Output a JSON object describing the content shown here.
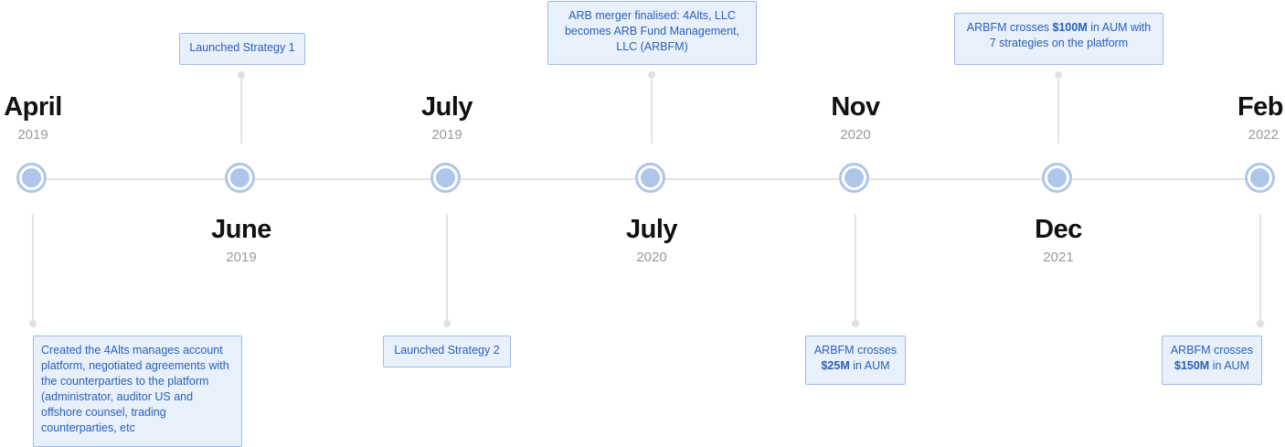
{
  "milestones": [
    {
      "month": "April",
      "year": "2019",
      "text": "Created the 4Alts manages account platform, negotiated agreements with the counterparties to the platform (administrator, auditor US and offshore counsel, trading counterparties, etc"
    },
    {
      "month": "June",
      "year": "2019",
      "text": "Launched Strategy 1"
    },
    {
      "month": "July",
      "year": "2019",
      "text": "Launched Strategy 2"
    },
    {
      "month": "July",
      "year": "2020",
      "text": "ARB merger finalised: 4Alts, LLC becomes ARB Fund Management, LLC (ARBFM)"
    },
    {
      "month": "Nov",
      "year": "2020",
      "text_pre": "ARBFM crosses",
      "text_bold": "$25M",
      "text_post": " in AUM"
    },
    {
      "month": "Dec",
      "year": "2021",
      "text_pre": "ARBFM crosses ",
      "text_bold": "$100M",
      "text_post": " in AUM with 7 strategies on the platform"
    },
    {
      "month": "Feb",
      "year": "2022",
      "text_pre": "ARBFM crosses",
      "text_bold": "$150M",
      "text_post": " in AUM"
    }
  ],
  "colors": {
    "accent": "#aec6ea",
    "box_bg": "#e8f0fc",
    "box_border": "#9dbbe8",
    "box_text": "#2b5fb8"
  }
}
